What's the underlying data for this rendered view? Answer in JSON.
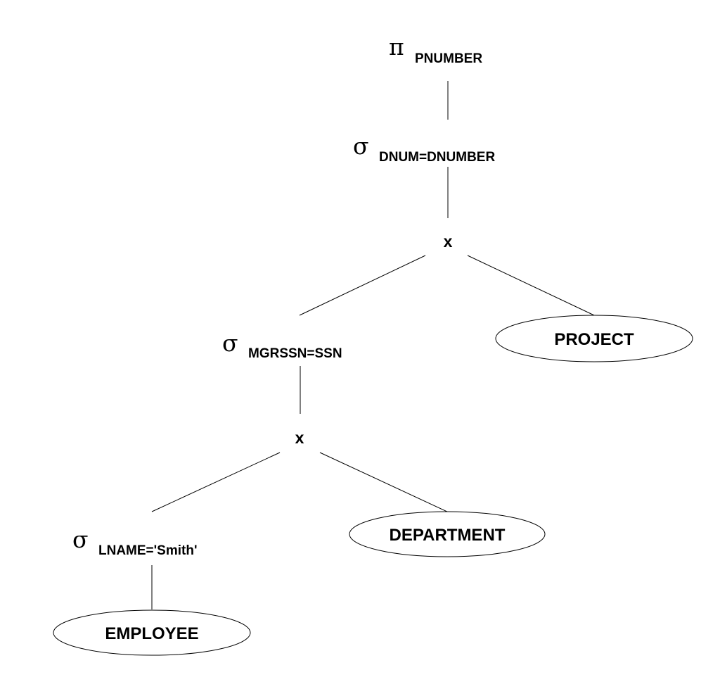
{
  "tree": {
    "project": {
      "symbol": "π",
      "attribute": "PNUMBER"
    },
    "select_join_outer": {
      "symbol": "σ",
      "condition": "DNUM=DNUMBER"
    },
    "cross_outer": {
      "symbol": "x"
    },
    "select_join_inner": {
      "symbol": "σ",
      "condition": "MGRSSN=SSN"
    },
    "cross_inner": {
      "symbol": "x"
    },
    "select_name": {
      "symbol": "σ",
      "condition": "LNAME='Smith'"
    },
    "relations": {
      "project": "PROJECT",
      "department": "DEPARTMENT",
      "employee": "EMPLOYEE"
    }
  }
}
